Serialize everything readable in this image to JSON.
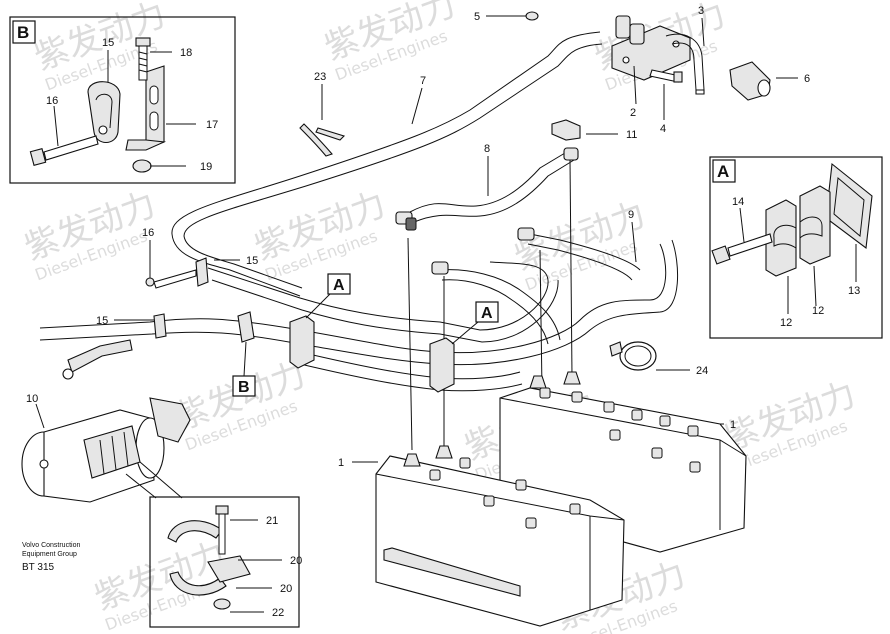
{
  "watermark": {
    "brand": "紫发动力",
    "sub": "Diesel-Engines"
  },
  "insets": {
    "B": "B",
    "A": "A"
  },
  "callouts": {
    "A1": "A",
    "A2": "A",
    "B1": "B"
  },
  "labels": {
    "n1a": "1",
    "n1b": "1",
    "n2": "2",
    "n3": "3",
    "n4": "4",
    "n5": "5",
    "n6": "6",
    "n7": "7",
    "n8": "8",
    "n9": "9",
    "n10": "10",
    "n11": "11",
    "n12a": "12",
    "n12b": "12",
    "n13": "13",
    "n14": "14",
    "n15a": "15",
    "n15b": "15",
    "n15c": "15",
    "n16a": "16",
    "n16b": "16",
    "n17": "17",
    "n18": "18",
    "n19": "19",
    "n20a": "20",
    "n20b": "20",
    "n21": "21",
    "n22": "22",
    "n23": "23",
    "n24": "24"
  },
  "footer": {
    "line1": "Volvo Construction",
    "line2": "Equipment Group",
    "code": "BT 315"
  }
}
